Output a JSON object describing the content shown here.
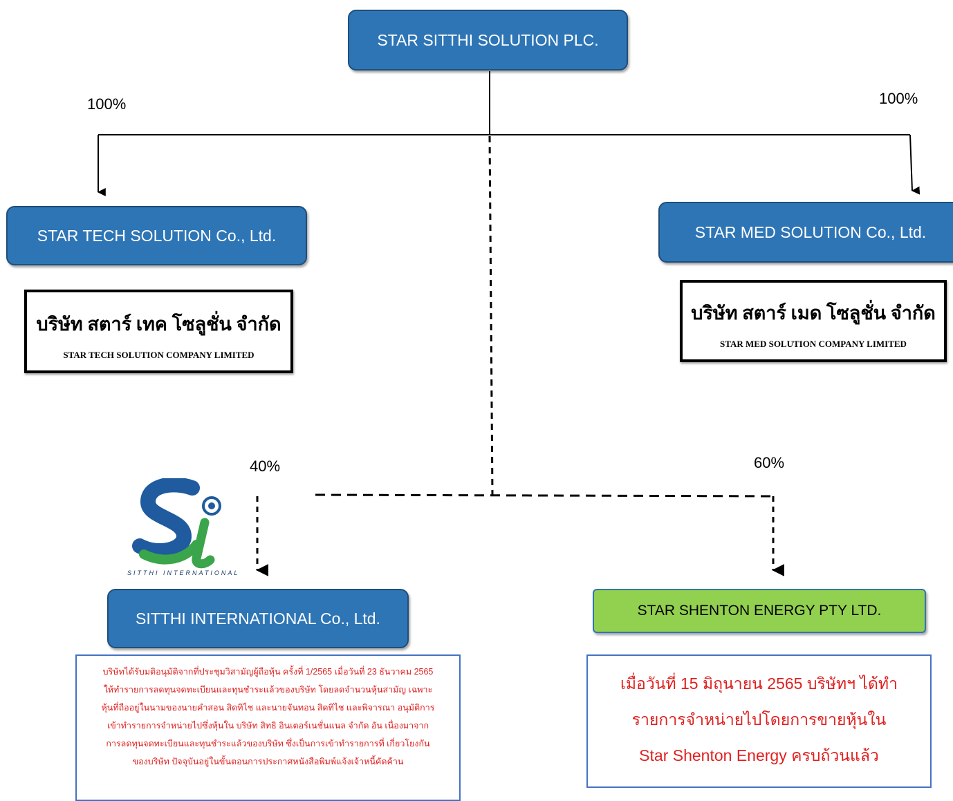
{
  "nodes": {
    "parent": "STAR SITTHI SOLUTION PLC.",
    "tech": "STAR TECH SOLUTION Co., Ltd.",
    "med": "STAR MED SOLUTION Co., Ltd.",
    "sitthi": "SITTHI INTERNATIONAL Co., Ltd.",
    "shenton": "STAR SHENTON ENERGY PTY LTD."
  },
  "percentages": {
    "tech": "100%",
    "med": "100%",
    "sitthi": "40%",
    "shenton": "60%"
  },
  "stamps": {
    "tech": {
      "th": "บริษัท สตาร์ เทค โซลูชั่น จำกัด",
      "en": "STAR TECH SOLUTION COMPANY LIMITED"
    },
    "med": {
      "th": "บริษัท สตาร์ เมด โซลูชั่น จำกัด",
      "en": "STAR MED SOLUTION COMPANY LIMITED"
    }
  },
  "logo": {
    "mark": "Si",
    "caption": "SITTHI INTERNATIONAL"
  },
  "notes": {
    "sitthi": "บริษัทได้รับมติอนุมัติจากที่ประชุมวิสามัญผู้ถือหุ้น ครั้งที่ 1/2565 เมื่อวันที่ 23 ธันวาคม 2565 ให้ทำรายการลดทุนจดทะเบียนและทุนชำระแล้วของบริษัท โดยลดจำนวนหุ้นสามัญ เฉพาะหุ้นที่ถืออยู่ในนามของนายคำสอน สิดทิไช และนายจันทอน สิดทิไช และพิจารณา อนุมัติการเข้าทำรายการจำหน่ายไปซึ่งหุ้นใน บริษัท สิทธิ อินเตอร์เนชั่นแนล จำกัด อัน เนื่องมาจากการลดทุนจดทะเบียนและทุนชำระแล้วของบริษัท ซึ่งเป็นการเข้าทำรายการที่ เกี่ยวโยงกันของบริษัท ปัจจุบันอยู่ในขั้นตอนการประกาศหนังสือพิมพ์แจ้งเจ้าหนี้คัดค้าน",
    "shenton": "เมื่อวันที่ 15 มิถุนายน 2565 บริษัทฯ ได้ทำรายการจำหน่ายไปโดยการขายหุ้นใน Star Shenton Energy ครบถ้วนแล้ว"
  },
  "colors": {
    "box_blue": "#2e75b6",
    "box_green": "#92d050",
    "note_text": "#e02020",
    "note_border": "#4472c4",
    "logo_blue": "#1f5b9e",
    "logo_green": "#3aa54a"
  }
}
